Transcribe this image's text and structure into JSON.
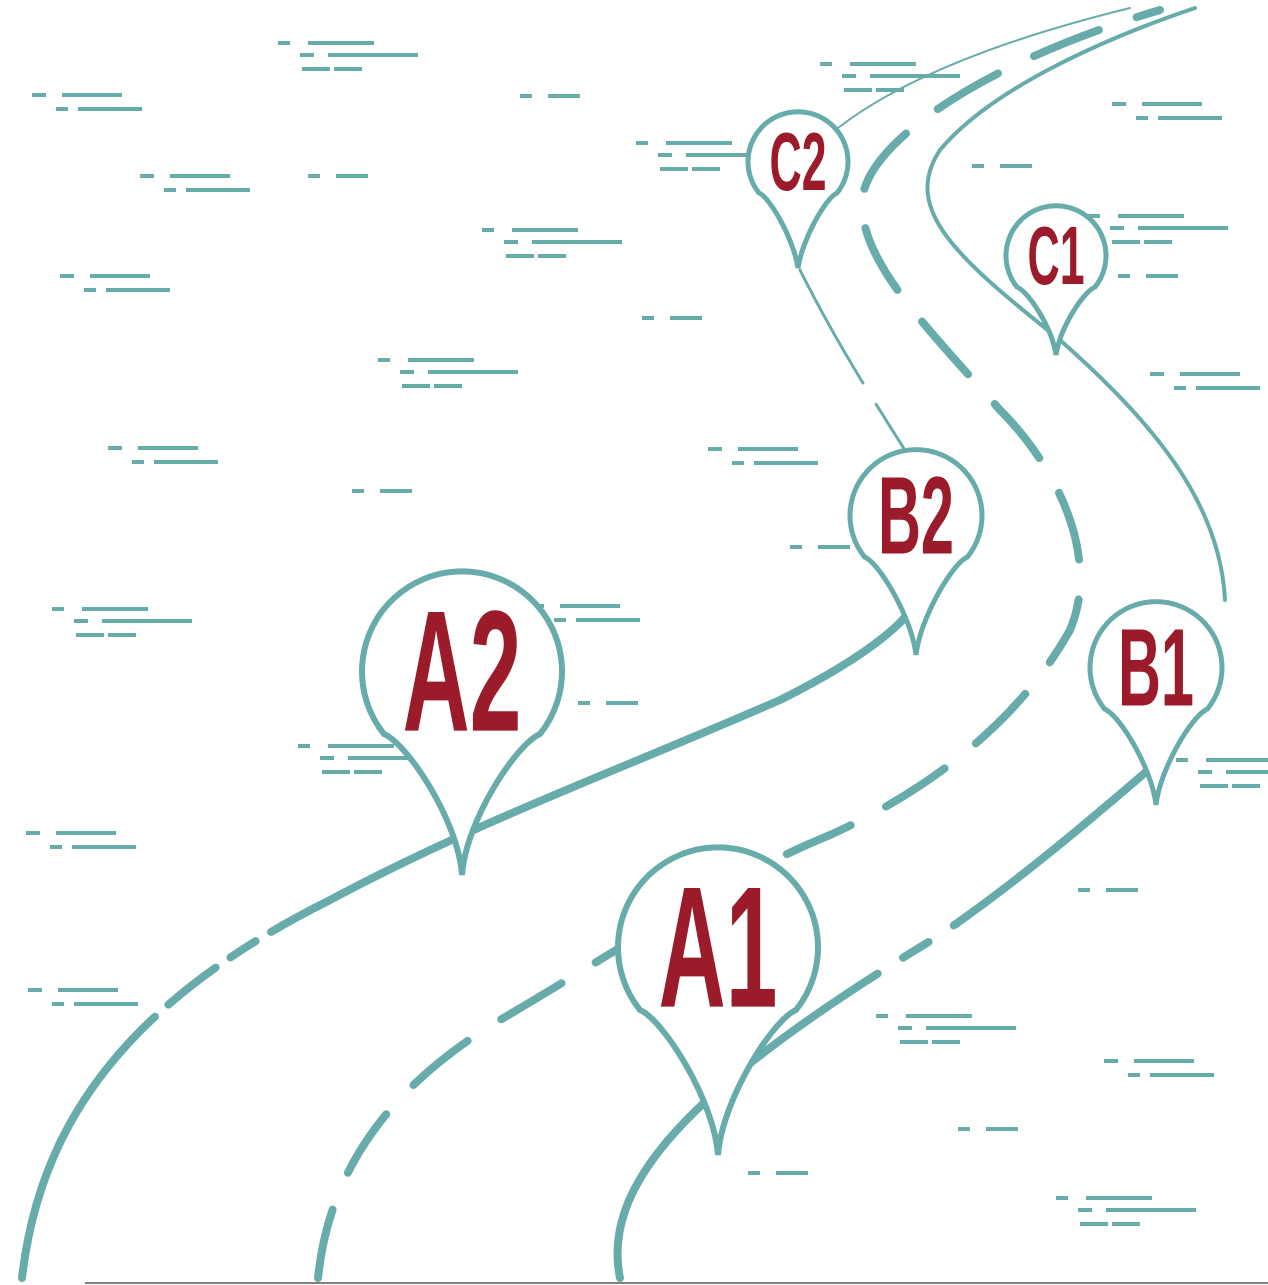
{
  "colors": {
    "road": "#68abab",
    "pin_outline": "#68abab",
    "pin_fill": "#ffffff",
    "label": "#9b1b2a",
    "ground_line": "#000000"
  },
  "markers": [
    {
      "id": "A1",
      "label": "A1"
    },
    {
      "id": "A2",
      "label": "A2"
    },
    {
      "id": "B1",
      "label": "B1"
    },
    {
      "id": "B2",
      "label": "B2"
    },
    {
      "id": "C1",
      "label": "C1"
    },
    {
      "id": "C2",
      "label": "C2"
    }
  ]
}
